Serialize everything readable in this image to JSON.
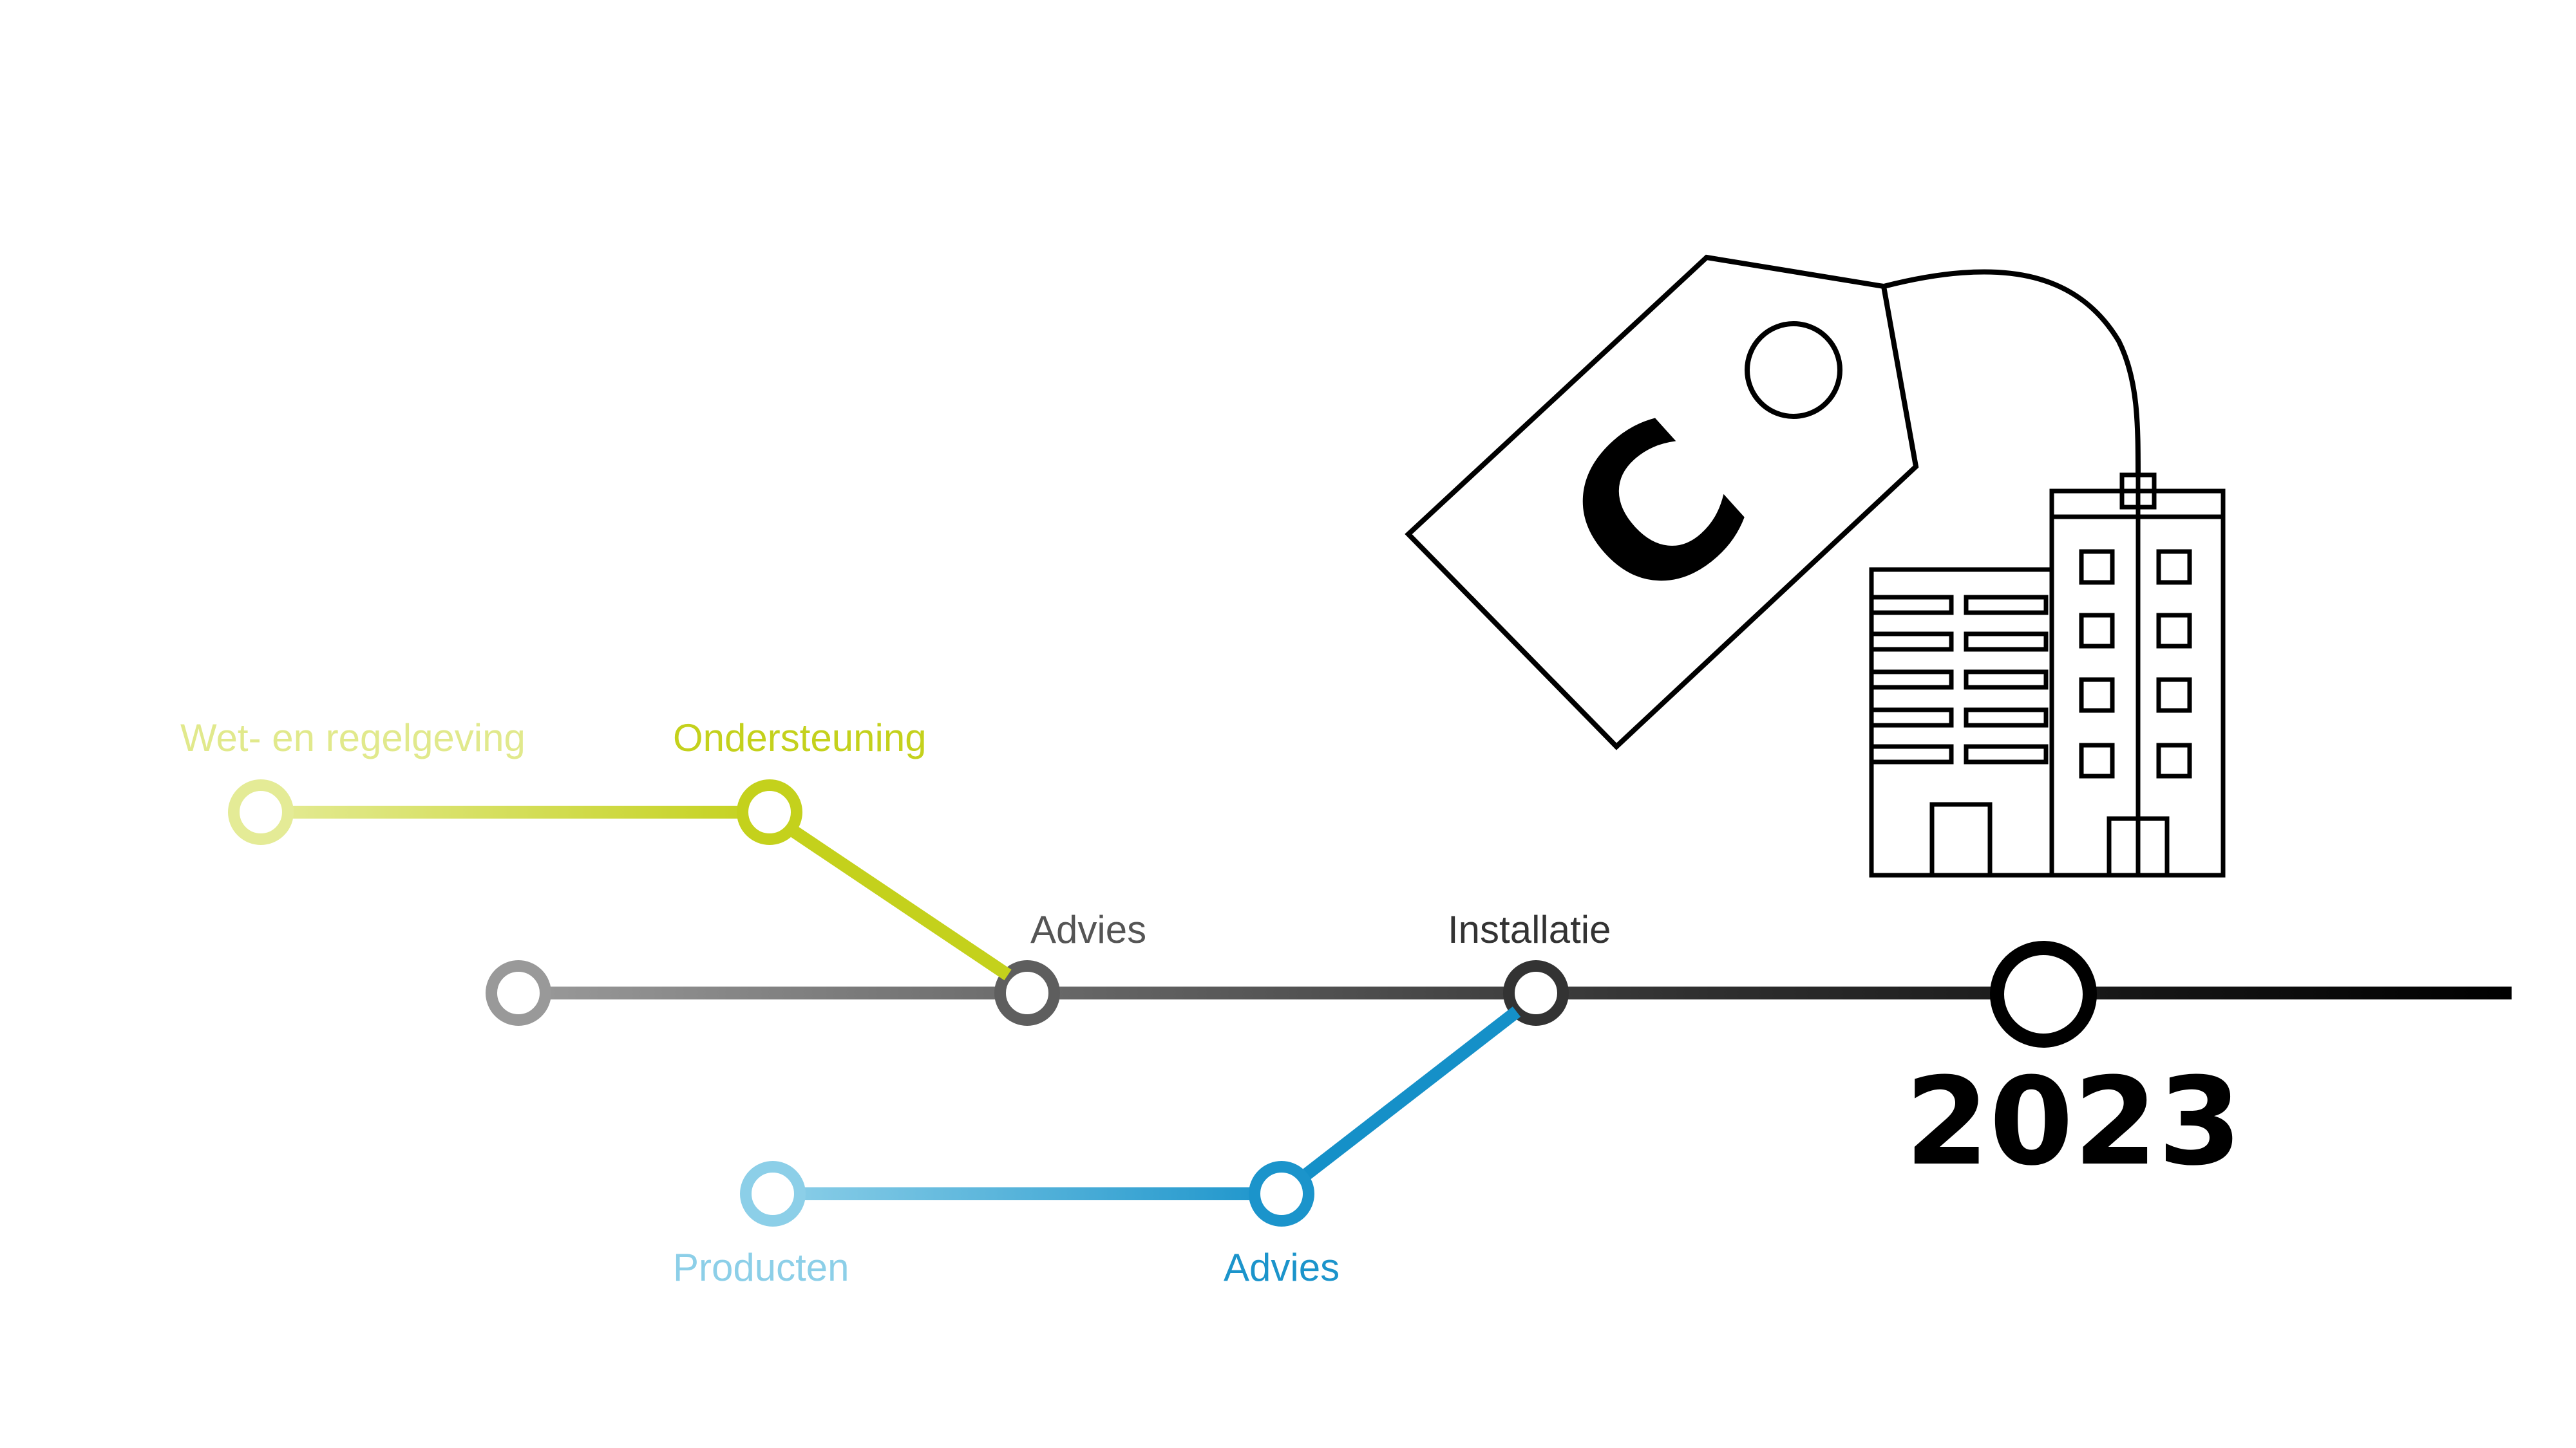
{
  "colors": {
    "green_light": "#e1e98c",
    "green": "#c4d11c",
    "gray_light": "#999999",
    "gray_dark": "#555555",
    "black": "#000000",
    "blue_light": "#8ccfe8",
    "blue": "#1590c8"
  },
  "green_track": {
    "label_start": "Wet- en regelgeving",
    "label_end": "Ondersteuning"
  },
  "main_track": {
    "label_advies": "Advies",
    "label_installatie": "Installatie",
    "year": "2023"
  },
  "blue_track": {
    "label_start": "Producten",
    "label_end": "Advies"
  },
  "tag": {
    "letter": "C",
    "icon": "label-tag-icon"
  },
  "buildings": {
    "icon": "office-buildings-icon"
  }
}
